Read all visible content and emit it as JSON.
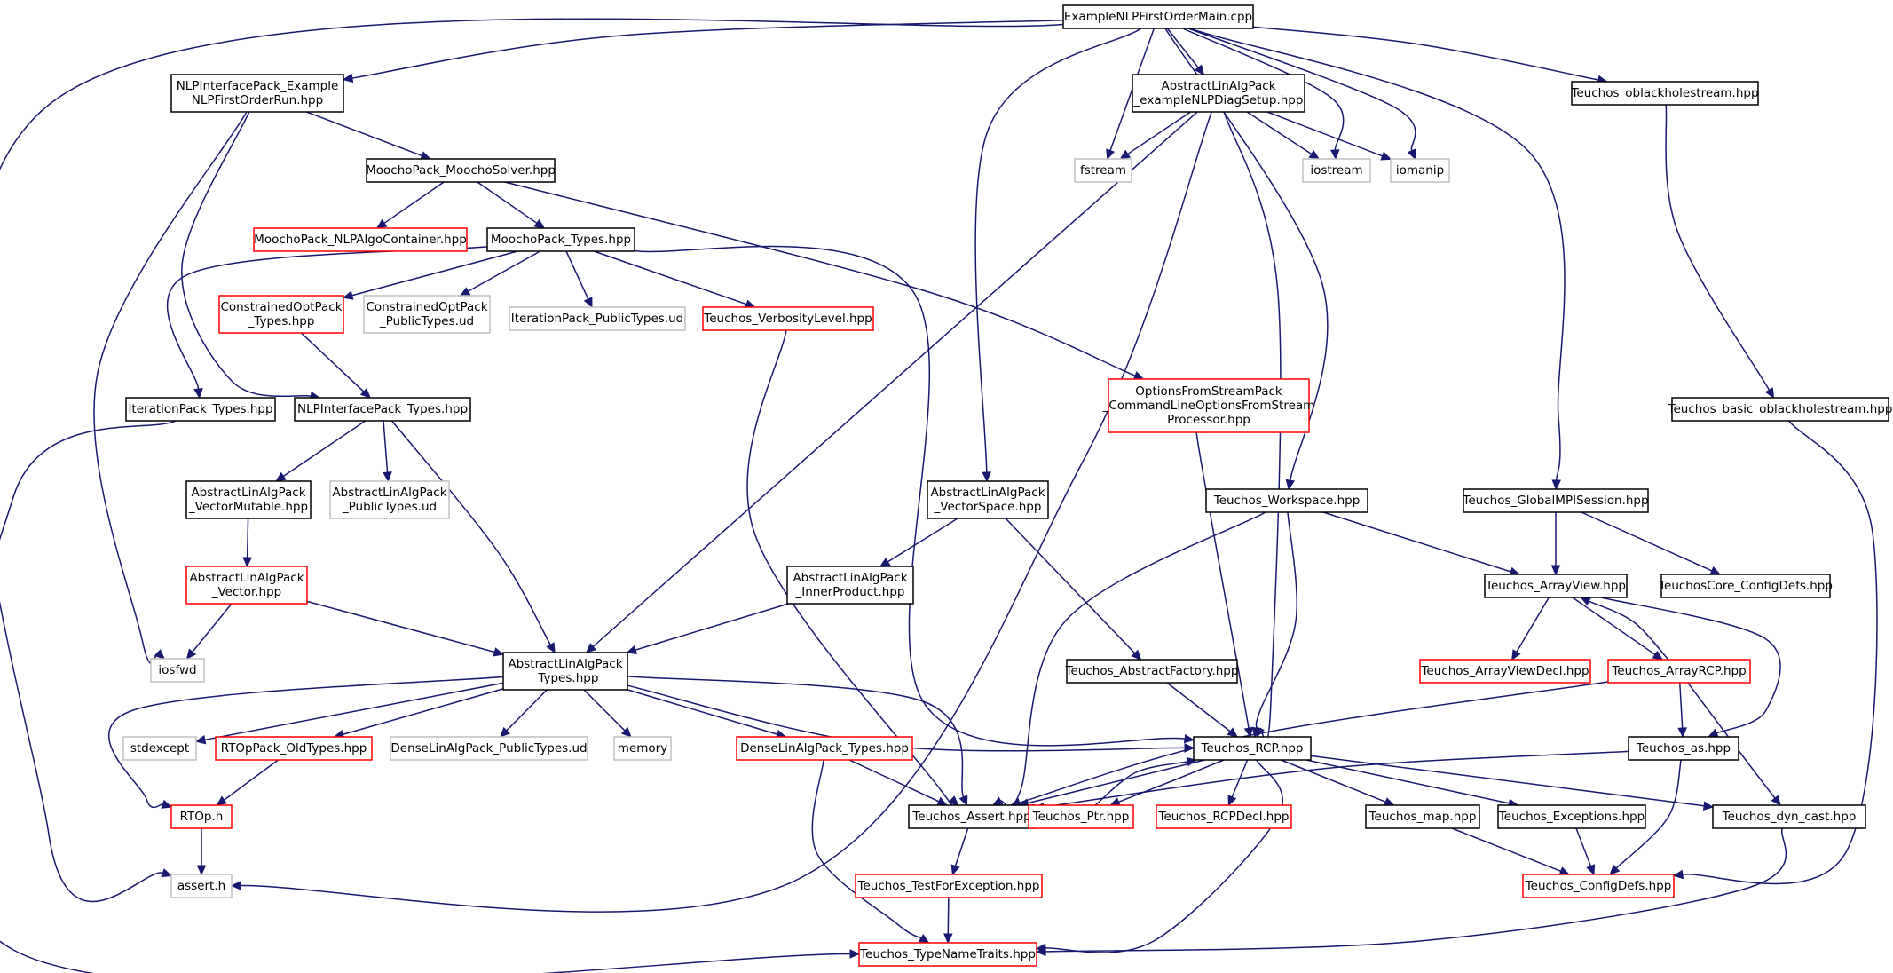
{
  "nodes": [
    {
      "id": "main",
      "lines": [
        "ExampleNLPFirstOrderMain.cpp"
      ],
      "style": "root"
    },
    {
      "id": "nlprun",
      "lines": [
        "NLPInterfacePack_Example",
        "NLPFirstOrderRun.hpp"
      ],
      "style": "normal"
    },
    {
      "id": "diagsetup",
      "lines": [
        "AbstractLinAlgPack",
        "_exampleNLPDiagSetup.hpp"
      ],
      "style": "normal"
    },
    {
      "id": "oblack",
      "lines": [
        "Teuchos_oblackholestream.hpp"
      ],
      "style": "normal"
    },
    {
      "id": "fstream",
      "lines": [
        "fstream"
      ],
      "style": "external"
    },
    {
      "id": "iostream",
      "lines": [
        "iostream"
      ],
      "style": "external"
    },
    {
      "id": "iomanip",
      "lines": [
        "iomanip"
      ],
      "style": "external"
    },
    {
      "id": "mooSolver",
      "lines": [
        "MoochoPack_MoochoSolver.hpp"
      ],
      "style": "normal"
    },
    {
      "id": "nlpAlgo",
      "lines": [
        "MoochoPack_NLPAlgoContainer.hpp"
      ],
      "style": "truncated"
    },
    {
      "id": "mooTypes",
      "lines": [
        "MoochoPack_Types.hpp"
      ],
      "style": "normal"
    },
    {
      "id": "cotypes",
      "lines": [
        "ConstrainedOptPack",
        "_Types.hpp"
      ],
      "style": "truncated"
    },
    {
      "id": "copub",
      "lines": [
        "ConstrainedOptPack",
        "_PublicTypes.ud"
      ],
      "style": "external"
    },
    {
      "id": "iterpub",
      "lines": [
        "IterationPack_PublicTypes.ud"
      ],
      "style": "external"
    },
    {
      "id": "verbos",
      "lines": [
        "Teuchos_VerbosityLevel.hpp"
      ],
      "style": "truncated"
    },
    {
      "id": "optstream",
      "lines": [
        "OptionsFromStreamPack",
        "_CommandLineOptionsFromStream",
        "Processor.hpp"
      ],
      "style": "truncated"
    },
    {
      "id": "basicob",
      "lines": [
        "Teuchos_basic_oblackholestream.hpp"
      ],
      "style": "normal"
    },
    {
      "id": "itertypes",
      "lines": [
        "IterationPack_Types.hpp"
      ],
      "style": "normal"
    },
    {
      "id": "nlptypes",
      "lines": [
        "NLPInterfacePack_Types.hpp"
      ],
      "style": "normal"
    },
    {
      "id": "vecmut",
      "lines": [
        "AbstractLinAlgPack",
        "_VectorMutable.hpp"
      ],
      "style": "normal"
    },
    {
      "id": "alapub",
      "lines": [
        "AbstractLinAlgPack",
        "_PublicTypes.ud"
      ],
      "style": "external"
    },
    {
      "id": "vecspace",
      "lines": [
        "AbstractLinAlgPack",
        "_VectorSpace.hpp"
      ],
      "style": "normal"
    },
    {
      "id": "workspace",
      "lines": [
        "Teuchos_Workspace.hpp"
      ],
      "style": "normal"
    },
    {
      "id": "globalmpi",
      "lines": [
        "Teuchos_GlobalMPISession.hpp"
      ],
      "style": "normal"
    },
    {
      "id": "vector",
      "lines": [
        "AbstractLinAlgPack",
        "_Vector.hpp"
      ],
      "style": "truncated"
    },
    {
      "id": "innerprod",
      "lines": [
        "AbstractLinAlgPack",
        "_InnerProduct.hpp"
      ],
      "style": "normal"
    },
    {
      "id": "arrayview",
      "lines": [
        "Teuchos_ArrayView.hpp"
      ],
      "style": "normal"
    },
    {
      "id": "coreconfig",
      "lines": [
        "TeuchosCore_ConfigDefs.hpp"
      ],
      "style": "normal"
    },
    {
      "id": "iosfwd",
      "lines": [
        "iosfwd"
      ],
      "style": "external"
    },
    {
      "id": "alatypes",
      "lines": [
        "AbstractLinAlgPack",
        "_Types.hpp"
      ],
      "style": "normal"
    },
    {
      "id": "absfactory",
      "lines": [
        "Teuchos_AbstractFactory.hpp"
      ],
      "style": "normal"
    },
    {
      "id": "avdecl",
      "lines": [
        "Teuchos_ArrayViewDecl.hpp"
      ],
      "style": "truncated"
    },
    {
      "id": "arcp",
      "lines": [
        "Teuchos_ArrayRCP.hpp"
      ],
      "style": "truncated"
    },
    {
      "id": "stdexcept",
      "lines": [
        "stdexcept"
      ],
      "style": "external"
    },
    {
      "id": "rtopold",
      "lines": [
        "RTOpPack_OldTypes.hpp"
      ],
      "style": "truncated"
    },
    {
      "id": "denselapub",
      "lines": [
        "DenseLinAlgPack_PublicTypes.ud"
      ],
      "style": "external"
    },
    {
      "id": "memory",
      "lines": [
        "memory"
      ],
      "style": "external"
    },
    {
      "id": "denselatypes",
      "lines": [
        "DenseLinAlgPack_Types.hpp"
      ],
      "style": "truncated"
    },
    {
      "id": "rcp",
      "lines": [
        "Teuchos_RCP.hpp"
      ],
      "style": "normal"
    },
    {
      "id": "teuchosas",
      "lines": [
        "Teuchos_as.hpp"
      ],
      "style": "normal"
    },
    {
      "id": "rtoph",
      "lines": [
        "RTOp.h"
      ],
      "style": "truncated"
    },
    {
      "id": "assert",
      "lines": [
        "Teuchos_Assert.hpp"
      ],
      "style": "normal"
    },
    {
      "id": "ptr",
      "lines": [
        "Teuchos_Ptr.hpp"
      ],
      "style": "truncated"
    },
    {
      "id": "rcpdecl",
      "lines": [
        "Teuchos_RCPDecl.hpp"
      ],
      "style": "truncated"
    },
    {
      "id": "map",
      "lines": [
        "Teuchos_map.hpp"
      ],
      "style": "normal"
    },
    {
      "id": "exceptions",
      "lines": [
        "Teuchos_Exceptions.hpp"
      ],
      "style": "normal"
    },
    {
      "id": "dyncast",
      "lines": [
        "Teuchos_dyn_cast.hpp"
      ],
      "style": "normal"
    },
    {
      "id": "asserth",
      "lines": [
        "assert.h"
      ],
      "style": "external"
    },
    {
      "id": "testforexc",
      "lines": [
        "Teuchos_TestForException.hpp"
      ],
      "style": "truncated"
    },
    {
      "id": "configdefs",
      "lines": [
        "Teuchos_ConfigDefs.hpp"
      ],
      "style": "truncated"
    },
    {
      "id": "typenametraits",
      "lines": [
        "Teuchos_TypeNameTraits.hpp"
      ],
      "style": "truncated"
    }
  ],
  "edges": [
    [
      "main",
      "nlprun"
    ],
    [
      "main",
      "diagsetup"
    ],
    [
      "main",
      "oblack"
    ],
    [
      "main",
      "fstream"
    ],
    [
      "main",
      "iostream"
    ],
    [
      "main",
      "iomanip"
    ],
    [
      "main",
      "vecspace"
    ],
    [
      "main",
      "workspace"
    ],
    [
      "main",
      "globalmpi"
    ],
    [
      "main",
      "asserth"
    ],
    [
      "nlprun",
      "mooSolver"
    ],
    [
      "nlprun",
      "nlptypes"
    ],
    [
      "nlprun",
      "iosfwd"
    ],
    [
      "diagsetup",
      "fstream"
    ],
    [
      "diagsetup",
      "iostream"
    ],
    [
      "diagsetup",
      "iomanip"
    ],
    [
      "diagsetup",
      "alatypes"
    ],
    [
      "diagsetup",
      "asserth"
    ],
    [
      "diagsetup",
      "rcp"
    ],
    [
      "oblack",
      "basicob"
    ],
    [
      "mooSolver",
      "nlpAlgo"
    ],
    [
      "mooSolver",
      "mooTypes"
    ],
    [
      "mooSolver",
      "optstream"
    ],
    [
      "mooTypes",
      "cotypes"
    ],
    [
      "mooTypes",
      "copub"
    ],
    [
      "mooTypes",
      "iterpub"
    ],
    [
      "mooTypes",
      "verbos"
    ],
    [
      "mooTypes",
      "itertypes"
    ],
    [
      "mooTypes",
      "rcp"
    ],
    [
      "cotypes",
      "nlptypes"
    ],
    [
      "itertypes",
      "typenametraits"
    ],
    [
      "nlptypes",
      "vecmut"
    ],
    [
      "nlptypes",
      "alapub"
    ],
    [
      "nlptypes",
      "alatypes"
    ],
    [
      "vecmut",
      "vector"
    ],
    [
      "vector",
      "iosfwd"
    ],
    [
      "vector",
      "alatypes"
    ],
    [
      "vecspace",
      "innerprod"
    ],
    [
      "vecspace",
      "absfactory"
    ],
    [
      "innerprod",
      "alatypes"
    ],
    [
      "verbos",
      "assert"
    ],
    [
      "optstream",
      "rcp"
    ],
    [
      "workspace",
      "arrayview"
    ],
    [
      "workspace",
      "rcp"
    ],
    [
      "workspace",
      "assert"
    ],
    [
      "globalmpi",
      "arrayview"
    ],
    [
      "globalmpi",
      "coreconfig"
    ],
    [
      "basicob",
      "configdefs"
    ],
    [
      "arrayview",
      "avdecl"
    ],
    [
      "arrayview",
      "arcp"
    ],
    [
      "arrayview",
      "teuchosas"
    ],
    [
      "arcp",
      "arrayview"
    ],
    [
      "arcp",
      "teuchosas"
    ],
    [
      "arcp",
      "assert"
    ],
    [
      "arcp",
      "dyncast"
    ],
    [
      "alatypes",
      "stdexcept"
    ],
    [
      "alatypes",
      "rtopold"
    ],
    [
      "alatypes",
      "denselapub"
    ],
    [
      "alatypes",
      "memory"
    ],
    [
      "alatypes",
      "denselatypes"
    ],
    [
      "alatypes",
      "rcp"
    ],
    [
      "alatypes",
      "rtoph"
    ],
    [
      "alatypes",
      "assert"
    ],
    [
      "rtopold",
      "rtoph"
    ],
    [
      "rtoph",
      "asserth"
    ],
    [
      "absfactory",
      "rcp"
    ],
    [
      "denselatypes",
      "assert"
    ],
    [
      "denselatypes",
      "typenametraits"
    ],
    [
      "teuchosas",
      "assert"
    ],
    [
      "teuchosas",
      "configdefs"
    ],
    [
      "rcp",
      "assert"
    ],
    [
      "rcp",
      "ptr"
    ],
    [
      "rcp",
      "rcpdecl"
    ],
    [
      "rcp",
      "map"
    ],
    [
      "rcp",
      "exceptions"
    ],
    [
      "rcp",
      "dyncast"
    ],
    [
      "rcp",
      "typenametraits"
    ],
    [
      "ptr",
      "rcp"
    ],
    [
      "assert",
      "testforexc"
    ],
    [
      "testforexc",
      "typenametraits"
    ],
    [
      "map",
      "configdefs"
    ],
    [
      "exceptions",
      "configdefs"
    ],
    [
      "dyncast",
      "typenametraits"
    ]
  ],
  "colors": {
    "edge": "#191970",
    "node_normal_border": "#000000",
    "node_truncated_border": "#ff0000",
    "node_external_border": "#bfbfbf",
    "root_fill": "#bfbfbf"
  }
}
